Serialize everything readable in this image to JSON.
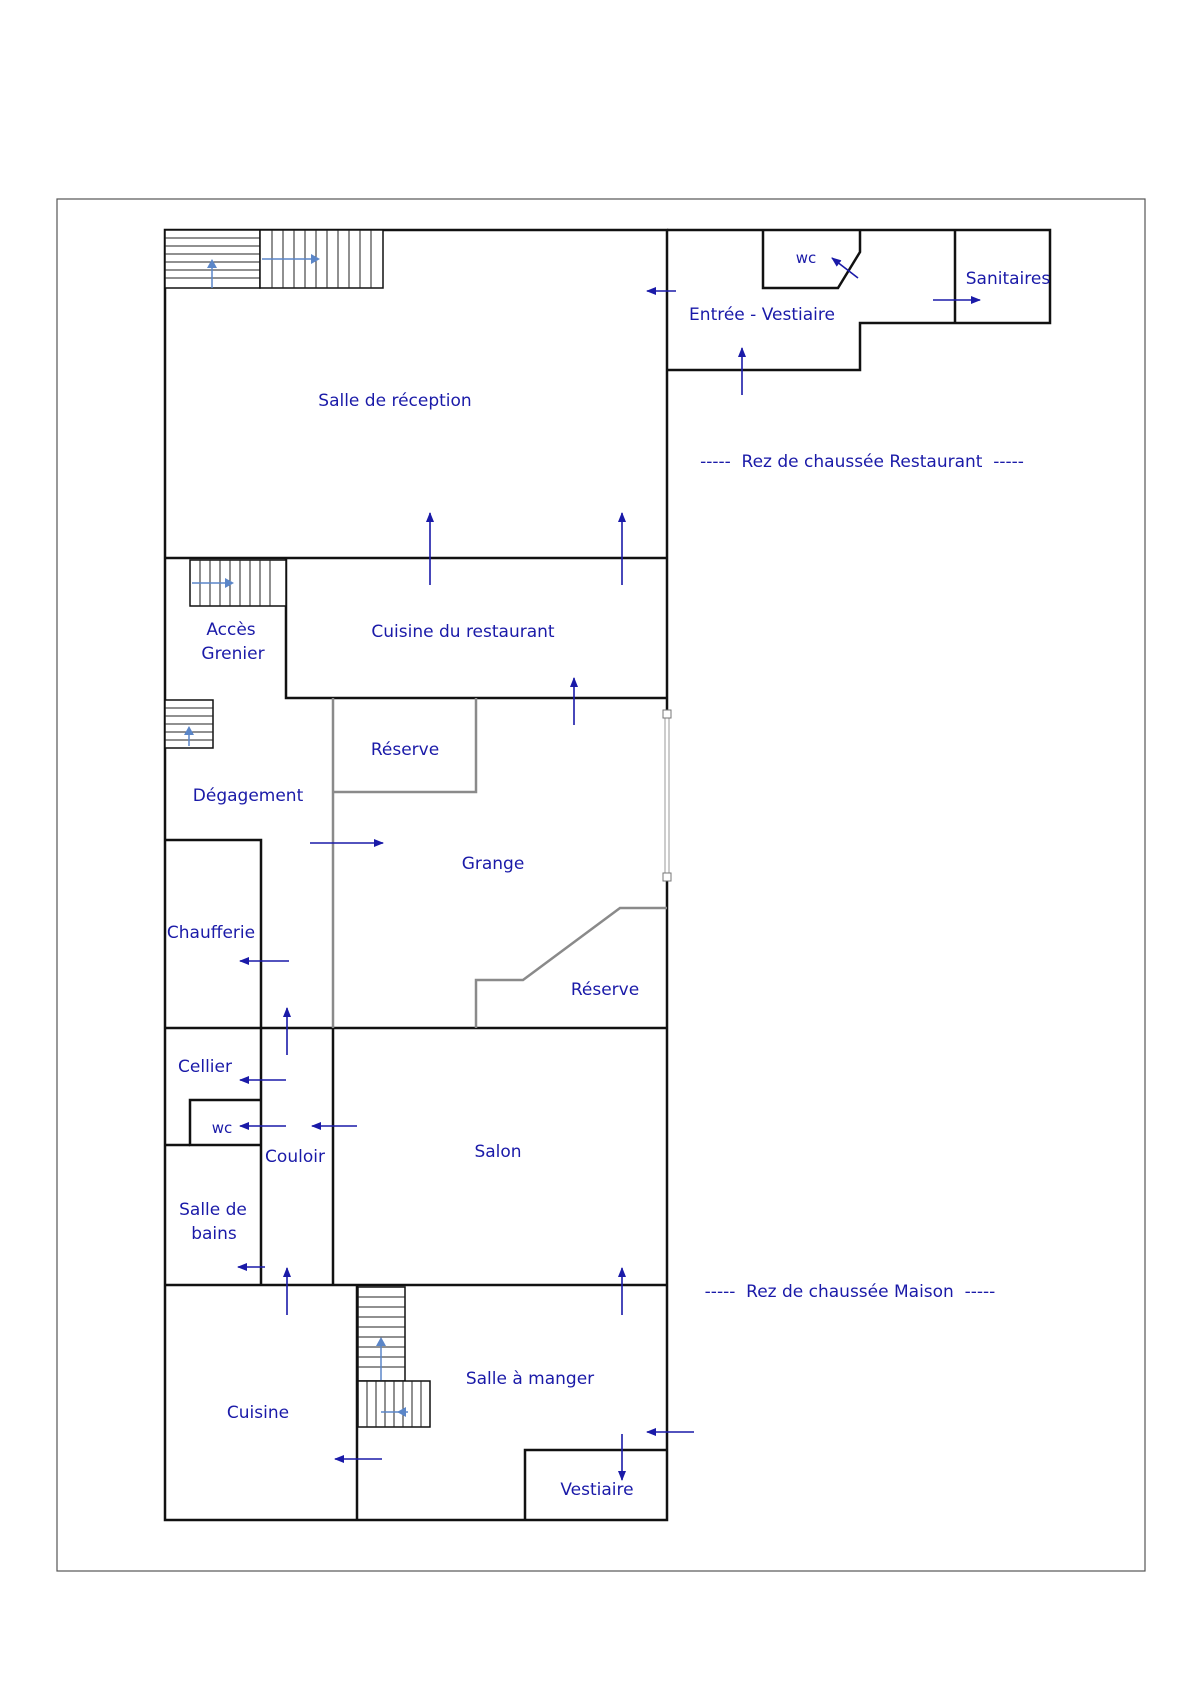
{
  "rooms": {
    "salle_reception": "Salle de réception",
    "entree_vestiaire": "Entrée - Vestiaire",
    "wc_top": "wc",
    "sanitaires": "Sanitaires",
    "cuisine_restaurant": "Cuisine du restaurant",
    "acces_grenier": [
      "Accès",
      "Grenier"
    ],
    "degagement": "Dégagement",
    "reserve_1": "Réserve",
    "grange": "Grange",
    "reserve_2": "Réserve",
    "chaufferie": "Chaufferie",
    "cellier": "Cellier",
    "wc_bottom": "wc",
    "couloir": "Couloir",
    "salon": "Salon",
    "salle_de_bains": [
      "Salle de",
      "bains"
    ],
    "cuisine": "Cuisine",
    "salle_a_manger": "Salle à manger",
    "vestiaire": "Vestiaire"
  },
  "sections": {
    "restaurant": "-----  Rez de chaussée Restaurant  -----",
    "maison": "-----  Rez de chaussée Maison  -----"
  },
  "colors": {
    "label": "#1a1aa8",
    "wall": "#111111",
    "partition": "#8a8a8a",
    "stair_arrow": "#5b86c8"
  }
}
